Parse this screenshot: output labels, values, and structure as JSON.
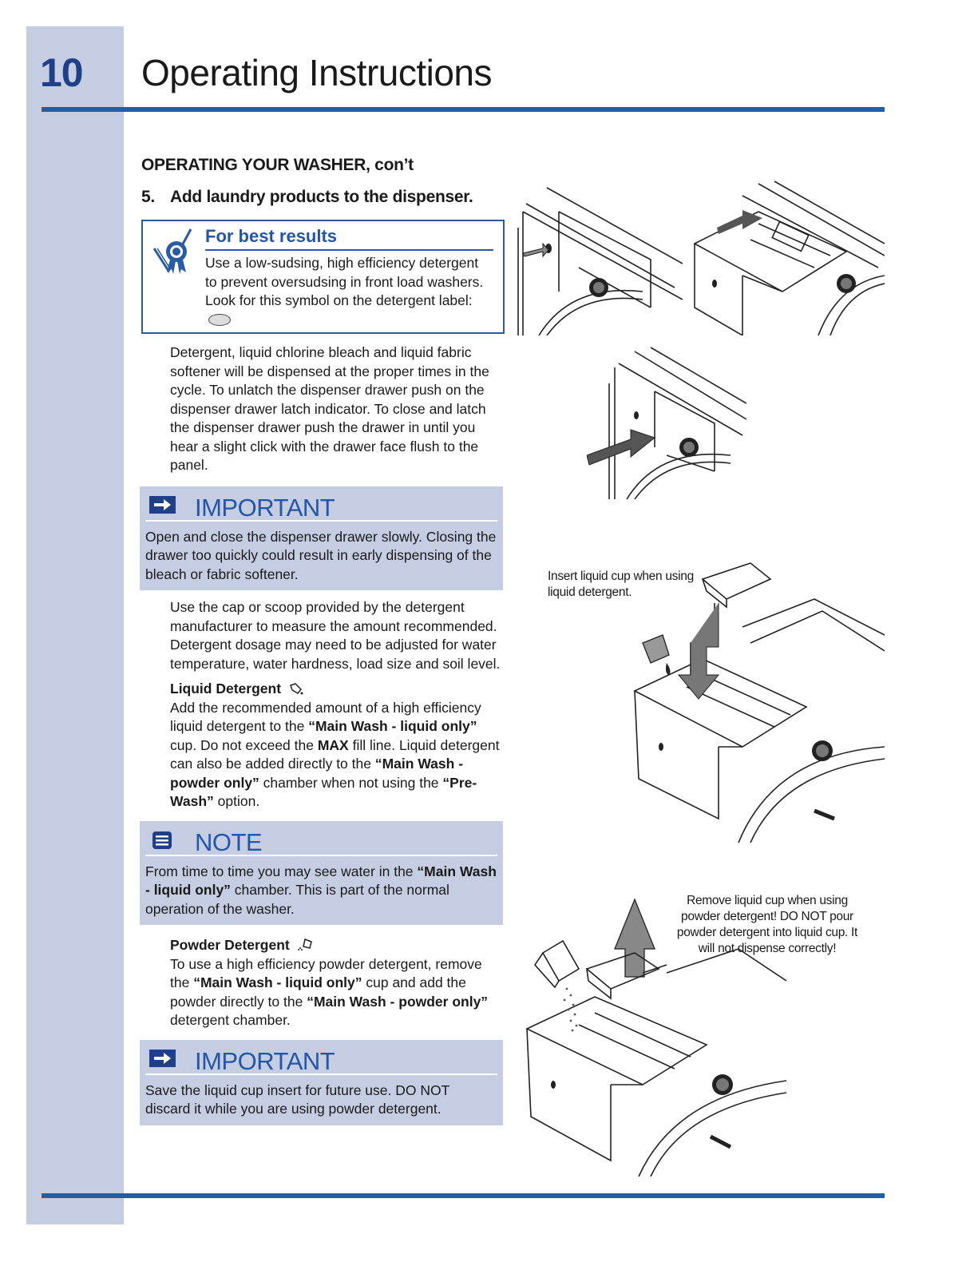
{
  "page": {
    "number": "10",
    "title": "Operating Instructions"
  },
  "content": {
    "section_heading": "OPERATING YOUR WASHER, con’t",
    "step_number": "5.",
    "step_text": "Add laundry products to the dispenser.",
    "best_results": {
      "title": "For best results",
      "text": "Use a low-sudsing, high efficiency detergent to prevent oversudsing in front load washers. Look for this symbol on the detergent label:",
      "symbol_icon": "he-detergent-symbol"
    },
    "intro_paragraph": "Detergent, liquid chlorine bleach and liquid fabric softener will be dispensed at the proper times in the cycle. To unlatch the dispenser drawer push on the dispenser drawer latch indicator. To close and latch the dispenser drawer push the drawer in until you hear a slight click with the drawer face flush to the panel.",
    "important_1": {
      "title": "IMPORTANT",
      "text": "Open and close the dispenser drawer slowly. Closing the drawer too quickly could result in early dispensing of the bleach or fabric softener."
    },
    "dosage_paragraph": "Use the cap or scoop provided by the detergent manufacturer to measure the amount recommended. Detergent dosage may need to be adjusted for water temperature, water hardness, load size and soil level.",
    "liquid": {
      "heading": "Liquid Detergent",
      "t1": "Add the recommended amount of a high efficiency liquid detergent to the ",
      "b1": "“Main Wash - liquid only”",
      "t2": " cup. Do not exceed the ",
      "b2": "MAX",
      "t3": " fill line. Liquid detergent can also be added directly to the ",
      "b3": "“Main Wash - powder only”",
      "t4": " chamber when not using the ",
      "b4": "“Pre-Wash”",
      "t5": " option."
    },
    "note": {
      "title": "NOTE",
      "t1": "From time to time you may see water in the ",
      "b1": "“Main Wash - liquid only”",
      "t2": " chamber. This is part of the normal operation of the washer."
    },
    "powder": {
      "heading": "Powder Detergent",
      "t1": "To use a high efficiency powder detergent, remove the ",
      "b1": "“Main Wash - liquid only”",
      "t2": " cup and add the powder directly to the ",
      "b2": "“Main Wash - powder only”",
      "t3": " detergent chamber."
    },
    "important_2": {
      "title": "IMPORTANT",
      "text": "Save the liquid cup insert for future use. DO NOT discard it while you are using powder detergent."
    }
  },
  "illustrations": {
    "liquid_cup_caption": "Insert liquid cup when using liquid detergent.",
    "powder_caption": "Remove liquid cup when using powder detergent! DO NOT pour powder detergent into liquid cup. It will not dispense correctly!"
  },
  "colors": {
    "accent_blue": "#1f5fa8",
    "band": "#c5cde3",
    "title_blue": "#2356a6"
  }
}
